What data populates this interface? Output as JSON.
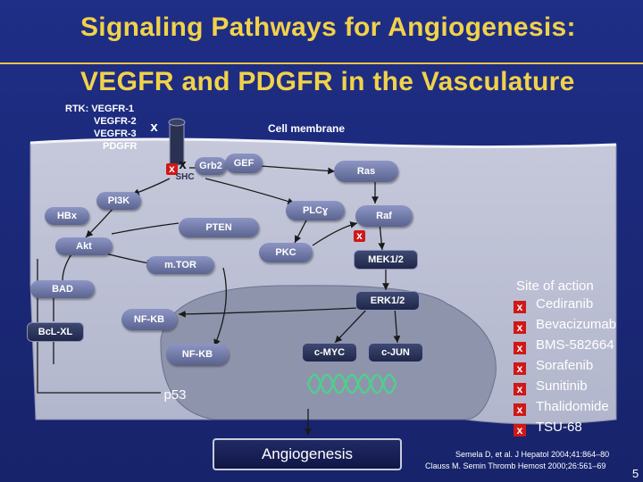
{
  "title": {
    "line1": "Signaling Pathways for Angiogenesis:",
    "line2": "VEGFR and PDGFR in the Vasculature"
  },
  "receptors": {
    "label_lines": [
      "RTK: VEGFR-1",
      "VEGFR-2",
      "VEGFR-3",
      "PDGFR"
    ]
  },
  "membrane_label": "Cell membrane",
  "nodes": {
    "grb2": "Grb2",
    "gef": "GEF",
    "shc": "SHC",
    "ras": "Ras",
    "pi3k": "PI3K",
    "plcg": "PLCɣ",
    "raf": "Raf",
    "hbx": "HBx",
    "pten": "PTEN",
    "akt": "Akt",
    "pkc": "PKC",
    "mek": "MEK1/2",
    "mtor": "m.TOR",
    "bad": "BAD",
    "erk": "ERK1/2",
    "nfkb_top": "NF-ΚB",
    "bclxl": "BcL-XL",
    "nfkb_nuc": "NF-ΚB",
    "cmyc": "c-MYC",
    "cjun": "c-JUN",
    "p53": "p53",
    "angiogenesis": "Angiogenesis"
  },
  "x_mark": "x",
  "legend": {
    "title": "Site of action",
    "items": [
      {
        "name": "Cediranib"
      },
      {
        "name": "Bevacizumab"
      },
      {
        "name": "BMS-582664"
      },
      {
        "name": "Sorafenib"
      },
      {
        "name": "Sunitinib"
      },
      {
        "name": "Thalidomide"
      },
      {
        "name": "TSU-68"
      }
    ]
  },
  "references": {
    "line1": "Semela D, et al. J Hepatol 2004;41:864–80",
    "line2": "Clauss M. Semin Thromb Hemost 2000;26:561–69"
  },
  "page_number": "5",
  "colors": {
    "background": "#1c2a78",
    "title": "#f1d24a",
    "cell": "#bcc0d4",
    "nucleus": "#8f94ad",
    "drug_marker": "#d01818",
    "dna_helix": "#4fd08a"
  }
}
